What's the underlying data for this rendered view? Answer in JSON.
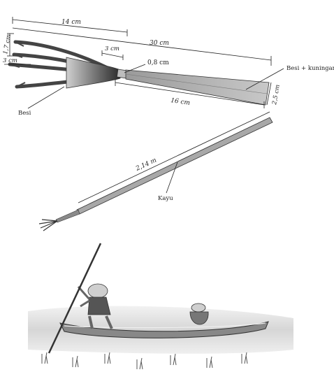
{
  "spear_head": {
    "dim_spread": "14 cm",
    "dim_total": "30 cm",
    "dim_prong_gap": "1,7 cm",
    "dim_barb": "3 cm",
    "dim_neck": "3 cm",
    "dim_neck_diameter": "0,8 cm",
    "dim_socket": "16 cm",
    "dim_socket_diameter": "2,5 cm",
    "label_iron": "Besi",
    "label_socket_material": "Besi + kuningan"
  },
  "pole": {
    "dim_length": "2,14 m",
    "label_material": "Kayu"
  },
  "colors": {
    "ink": "#222222",
    "metal_dark": "#3a3a3a",
    "metal_mid": "#8c8c8c",
    "metal_light": "#bdbdbd",
    "water": "#dcdcdc"
  }
}
